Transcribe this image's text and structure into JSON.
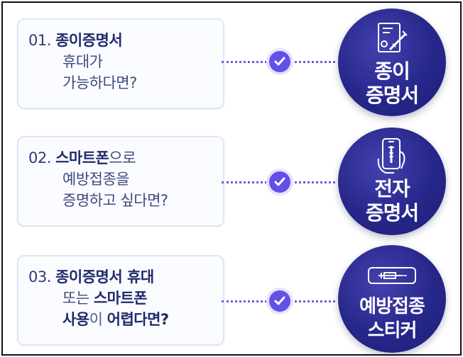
{
  "items": [
    {
      "number": "01.",
      "lines": [
        [
          {
            "t": "종이증명서",
            "s": "bold"
          }
        ],
        [
          {
            "t": "휴대가",
            "s": "normal"
          }
        ],
        [
          {
            "t": "가능하다면?",
            "s": "normal"
          }
        ]
      ],
      "circle_lines": [
        "종이",
        "증명서"
      ],
      "icon": "paper-certificate-icon"
    },
    {
      "number": "02.",
      "lines": [
        [
          {
            "t": "스마트폰",
            "s": "bold"
          },
          {
            "t": "으로",
            "s": "normal"
          }
        ],
        [
          {
            "t": "예방접종을",
            "s": "normal"
          }
        ],
        [
          {
            "t": "증명하고 싶다면?",
            "s": "normal"
          }
        ]
      ],
      "circle_lines": [
        "전자",
        "증명서"
      ],
      "icon": "smartphone-syringe-icon"
    },
    {
      "number": "03.",
      "lines": [
        [
          {
            "t": "종이증명서 휴대",
            "s": "bold"
          }
        ],
        [
          {
            "t": "또는 ",
            "s": "normal"
          },
          {
            "t": "스마트폰",
            "s": "bold"
          }
        ],
        [
          {
            "t": "사용",
            "s": "bold"
          },
          {
            "t": "이 ",
            "s": "light"
          },
          {
            "t": "어렵다면?",
            "s": "bold"
          }
        ]
      ],
      "circle_lines": [
        "예방접종",
        "스티커"
      ],
      "icon": "syringe-sticker-icon"
    }
  ],
  "colors": {
    "circle": "#26278a",
    "check": "#6151e6",
    "dots": "#6b5ee0",
    "card_border": "#dfe6f3",
    "text_dark": "#1f2a6b"
  }
}
